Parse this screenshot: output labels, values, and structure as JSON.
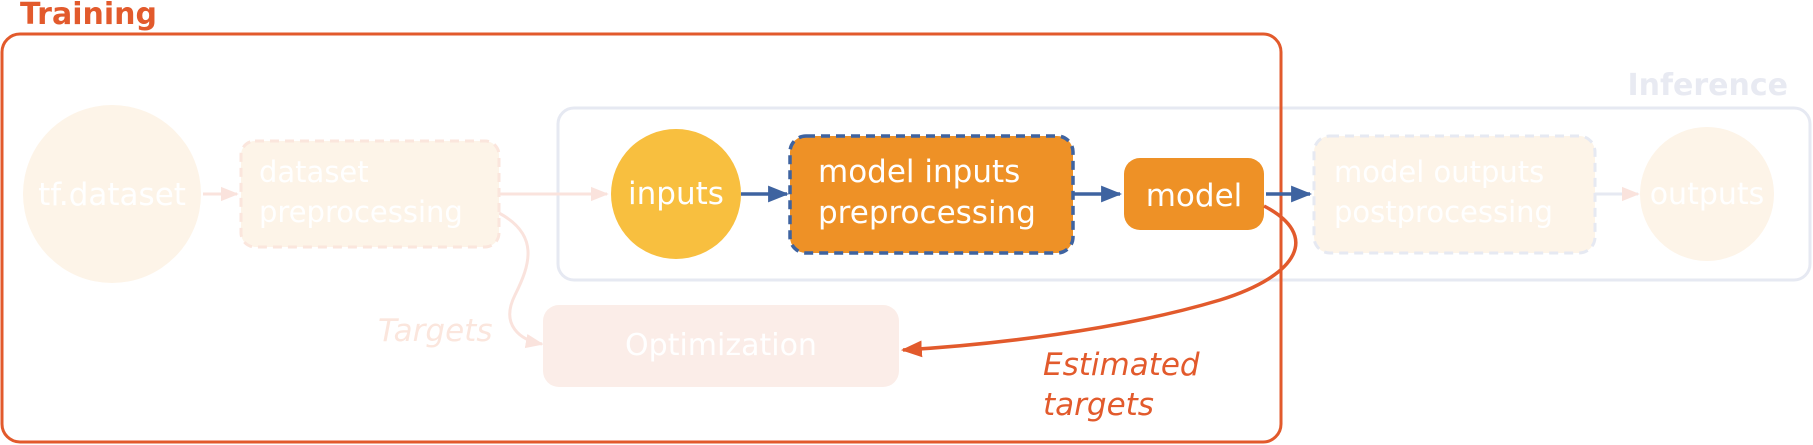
{
  "titles": {
    "training": "Training",
    "inference": "Inference"
  },
  "nodes": {
    "tf_dataset": "tf.dataset",
    "dataset_preprocessing": [
      "dataset",
      "preprocessing"
    ],
    "inputs": "inputs",
    "model_inputs_preprocessing": [
      "model inputs",
      "preprocessing"
    ],
    "model": "model",
    "model_outputs_postprocessing": [
      "model outputs",
      "postprocessing"
    ],
    "outputs": "outputs",
    "optimization": "Optimization"
  },
  "edge_labels": {
    "targets": "Targets",
    "estimated_targets": [
      "Estimated",
      "targets"
    ]
  },
  "colors": {
    "training_accent": "#E25A2C",
    "inference_border": "#E6E9F2",
    "inference_title": "#E8EAF2",
    "faded_fill": "#FDF4E8",
    "faded_border": "#FBE6DD",
    "optimization_fill": "#FBEDE8",
    "inputs_fill": "#F8BF3F",
    "active_fill": "#EE9126",
    "arrow_blue": "#3E63A0",
    "faded_arrow": "#FAE3DD",
    "white": "#FFFFFF"
  }
}
